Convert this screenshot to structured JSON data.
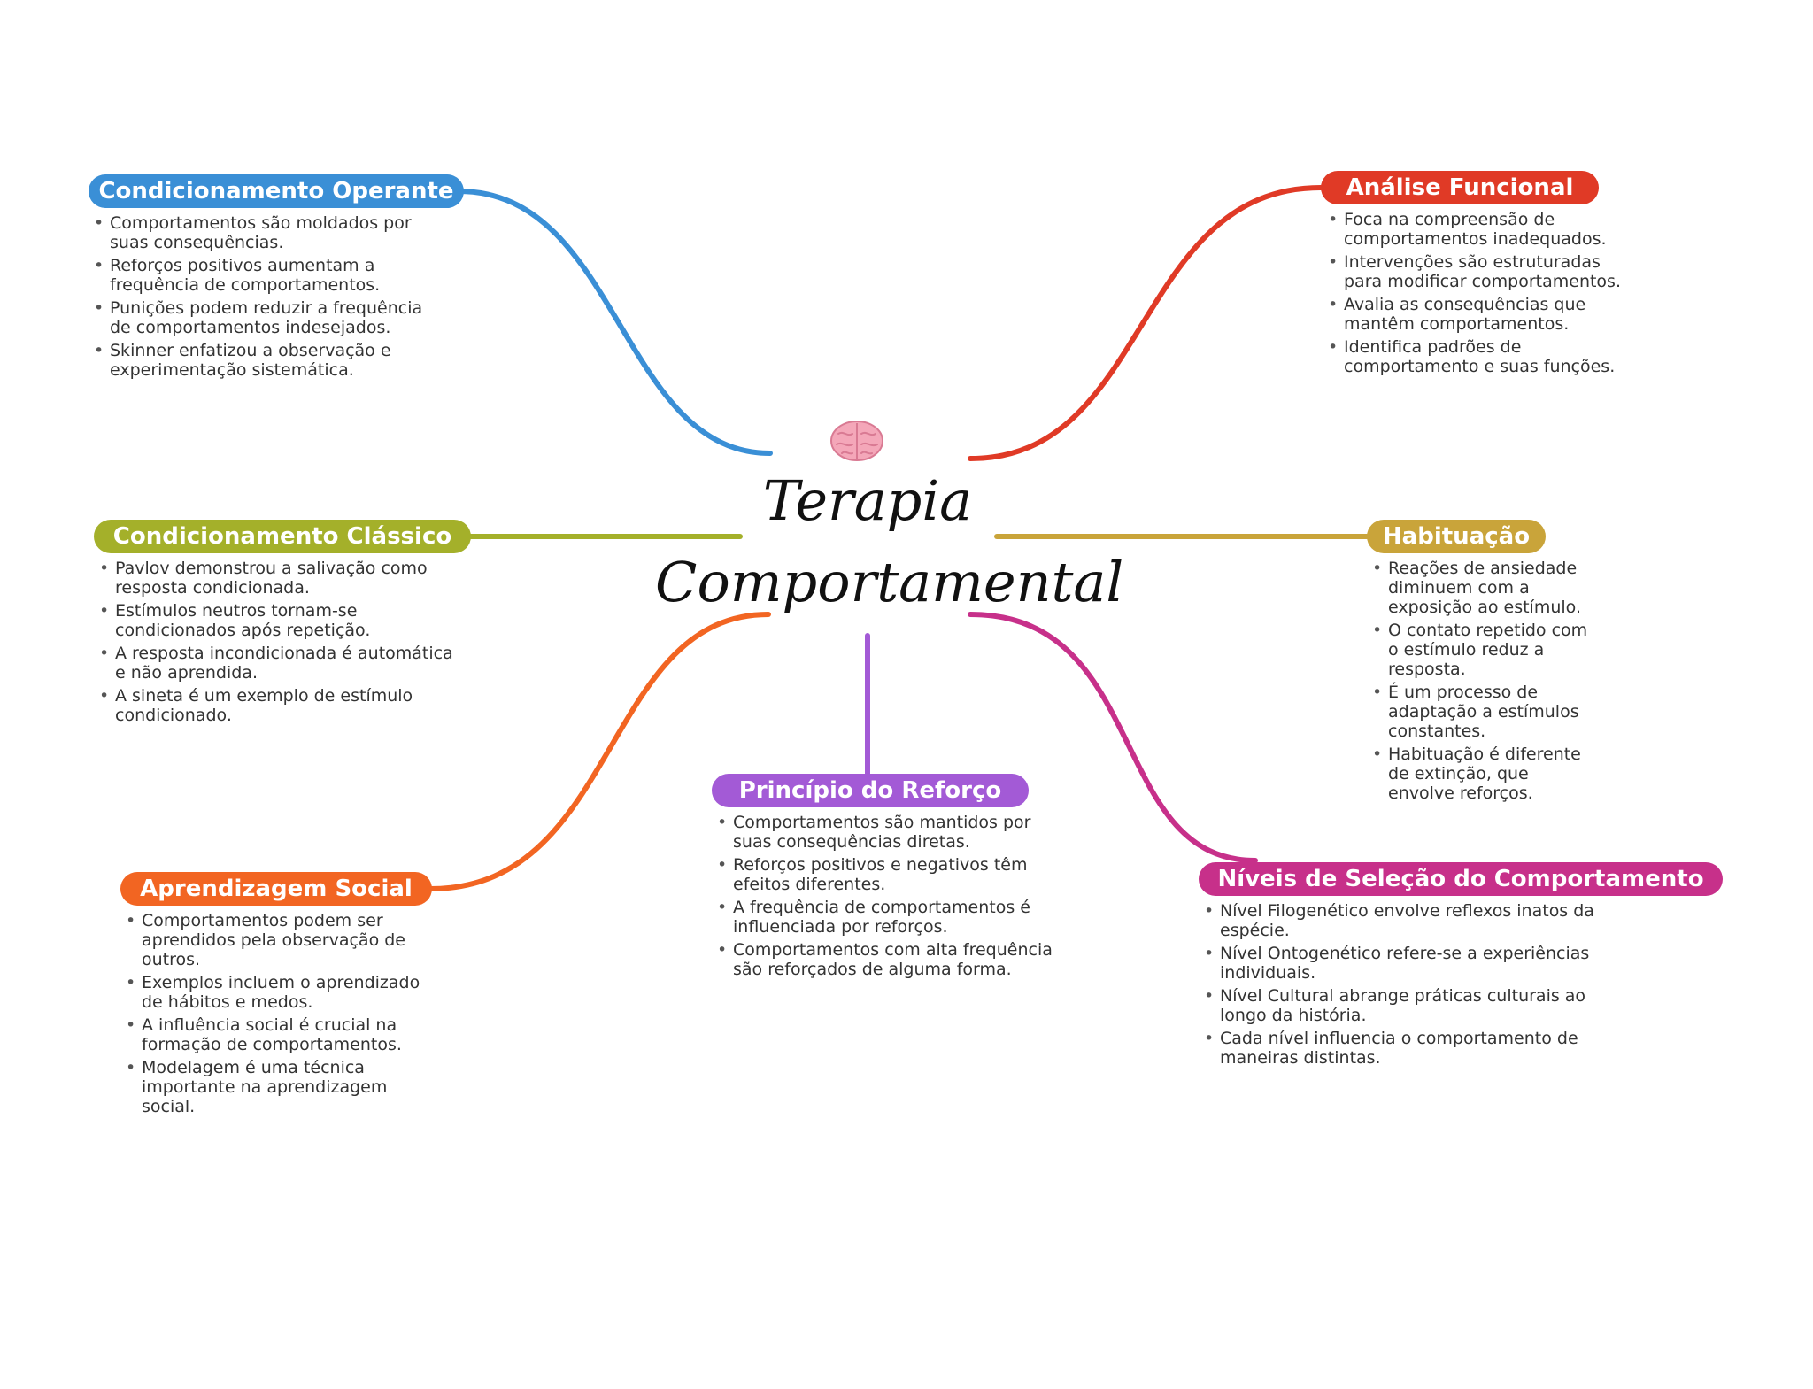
{
  "center": {
    "title_line1": "Terapia",
    "title_line2": "Comportamental",
    "icon": "brain-icon"
  },
  "colors": {
    "condicionamento_operante": "#3a8fd6",
    "analise_funcional": "#e03a26",
    "condicionamento_classico": "#a4b02a",
    "habituacao": "#c9a43a",
    "principio_reforco": "#a35ad6",
    "aprendizagem_social": "#f26522",
    "niveis_selecao": "#c7308a"
  },
  "nodes": {
    "condicionamento_operante": {
      "title": "Condicionamento Operante",
      "items": [
        "Comportamentos são moldados por suas consequências.",
        "Reforços positivos aumentam a frequência de comportamentos.",
        "Punições podem reduzir a frequência de comportamentos indesejados.",
        "Skinner enfatizou a observação e experimentação sistemática."
      ]
    },
    "analise_funcional": {
      "title": "Análise Funcional",
      "items": [
        "Foca na compreensão de comportamentos inadequados.",
        "Intervenções são estruturadas para modificar comportamentos.",
        "Avalia as consequências que mantêm comportamentos.",
        "Identifica padrões de comportamento e suas funções."
      ]
    },
    "condicionamento_classico": {
      "title": "Condicionamento Clássico",
      "items": [
        "Pavlov demonstrou a salivação como resposta condicionada.",
        "Estímulos neutros tornam-se condicionados após repetição.",
        "A resposta incondicionada é automática e não aprendida.",
        "A sineta é um exemplo de estímulo condicionado."
      ]
    },
    "habituacao": {
      "title": "Habituação",
      "items": [
        "Reações de ansiedade diminuem com a exposição ao estímulo.",
        "O contato repetido com o estímulo reduz a resposta.",
        "É um processo de adaptação a estímulos constantes.",
        "Habituação é diferente de extinção, que envolve reforços."
      ]
    },
    "principio_reforco": {
      "title": "Princípio do Reforço",
      "items": [
        "Comportamentos são mantidos por suas consequências diretas.",
        "Reforços positivos e negativos têm efeitos diferentes.",
        "A frequência de comportamentos é influenciada por reforços.",
        "Comportamentos com alta frequência são reforçados de alguma forma."
      ]
    },
    "aprendizagem_social": {
      "title": "Aprendizagem Social",
      "items": [
        "Comportamentos podem ser aprendidos pela observação de outros.",
        "Exemplos incluem o aprendizado de hábitos e medos.",
        "A influência social é crucial na formação de comportamentos.",
        "Modelagem é uma técnica importante na aprendizagem social."
      ]
    },
    "niveis_selecao": {
      "title": "Níveis de Seleção do Comportamento",
      "items": [
        "Nível Filogenético envolve reflexos inatos da espécie.",
        "Nível Ontogenético refere-se a experiências individuais.",
        "Nível Cultural abrange práticas culturais ao longo da história.",
        "Cada nível influencia o comportamento de maneiras distintas."
      ]
    }
  }
}
